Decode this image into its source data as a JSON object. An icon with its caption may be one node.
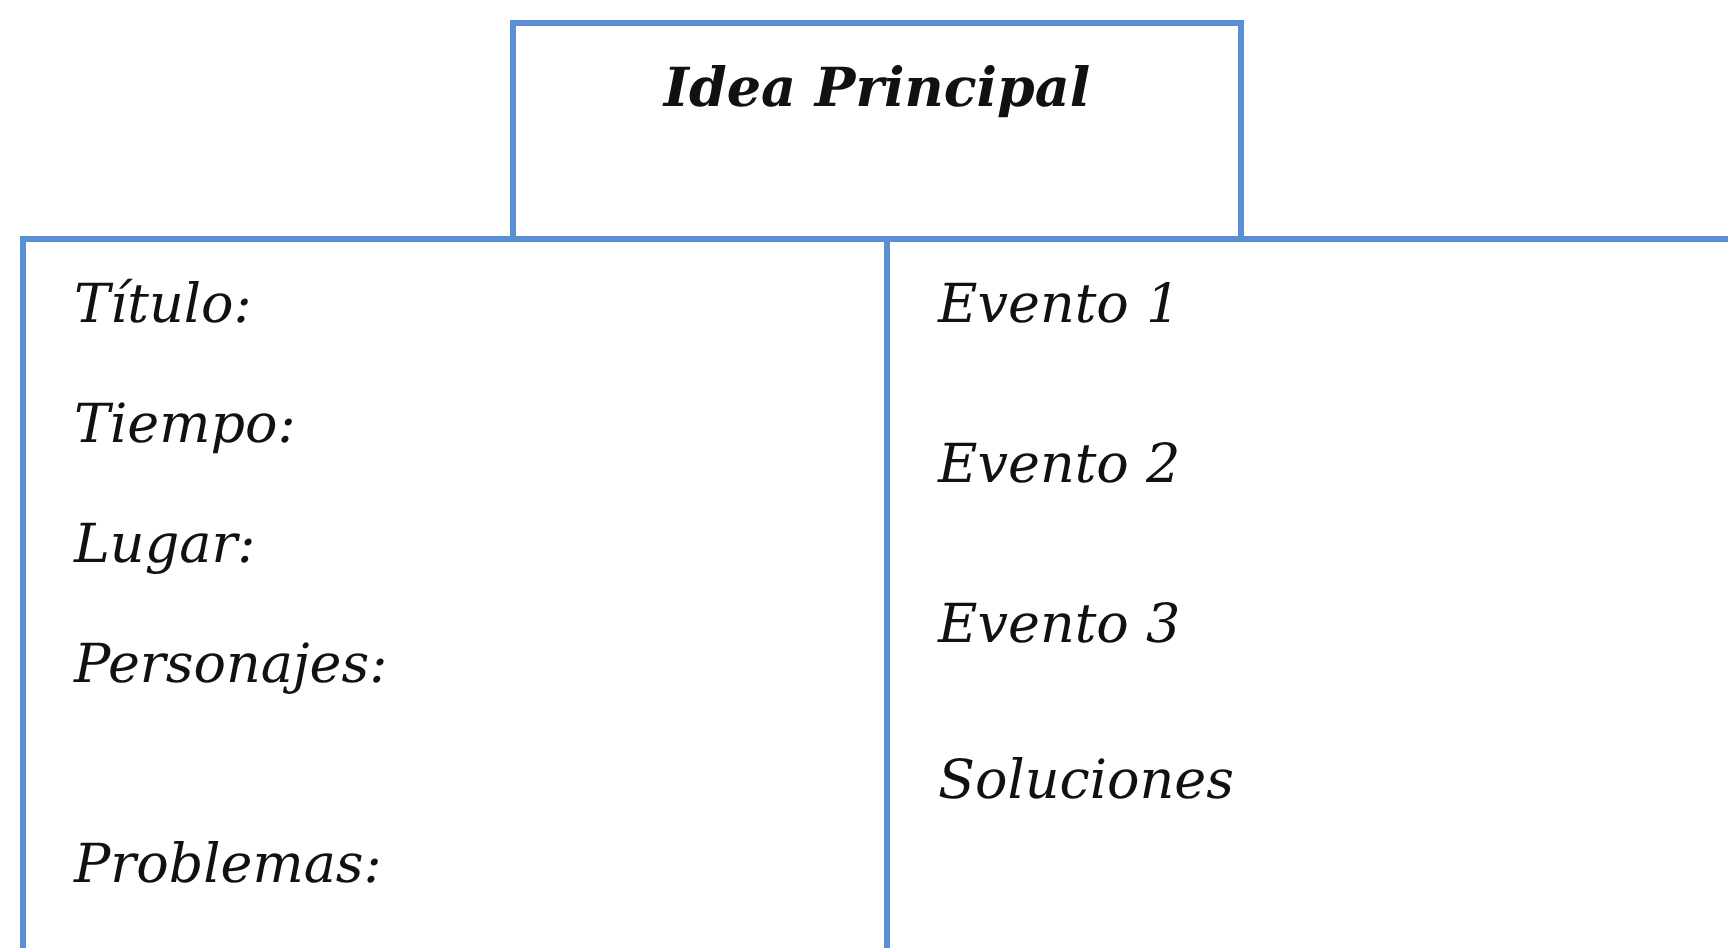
{
  "diagram": {
    "nodes": [
      {
        "text": [
          "Idea Principal"
        ]
      },
      {
        "text": [
          "Título:",
          "Tiempo:",
          "Lugar:",
          "Personajes:",
          "Problemas:"
        ]
      },
      {
        "text": [
          "Evento 1",
          "Evento 2",
          "Evento 3",
          "Soluciones"
        ]
      }
    ],
    "edges": []
  }
}
